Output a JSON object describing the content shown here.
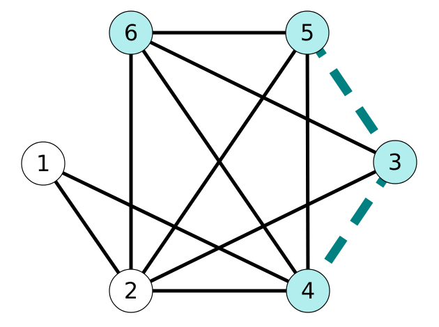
{
  "graph": {
    "nodes": [
      {
        "id": "1",
        "label": "1",
        "highlighted": false
      },
      {
        "id": "2",
        "label": "2",
        "highlighted": false
      },
      {
        "id": "3",
        "label": "3",
        "highlighted": true
      },
      {
        "id": "4",
        "label": "4",
        "highlighted": true
      },
      {
        "id": "5",
        "label": "5",
        "highlighted": true
      },
      {
        "id": "6",
        "label": "6",
        "highlighted": true
      }
    ],
    "edges": [
      {
        "from": "6",
        "to": "5",
        "style": "solid"
      },
      {
        "from": "6",
        "to": "2",
        "style": "solid"
      },
      {
        "from": "6",
        "to": "4",
        "style": "solid"
      },
      {
        "from": "6",
        "to": "3",
        "style": "solid"
      },
      {
        "from": "5",
        "to": "2",
        "style": "solid"
      },
      {
        "from": "5",
        "to": "4",
        "style": "solid"
      },
      {
        "from": "5",
        "to": "3",
        "style": "dashed-highlight"
      },
      {
        "from": "1",
        "to": "2",
        "style": "solid"
      },
      {
        "from": "1",
        "to": "4",
        "style": "solid"
      },
      {
        "from": "2",
        "to": "4",
        "style": "solid"
      },
      {
        "from": "2",
        "to": "3",
        "style": "solid"
      },
      {
        "from": "3",
        "to": "4",
        "style": "dashed-highlight"
      }
    ]
  },
  "colors": {
    "node_default_fill": "#ffffff",
    "node_highlight_fill": "#b2eeee",
    "edge_default": "#000000",
    "edge_highlight": "#008080"
  }
}
